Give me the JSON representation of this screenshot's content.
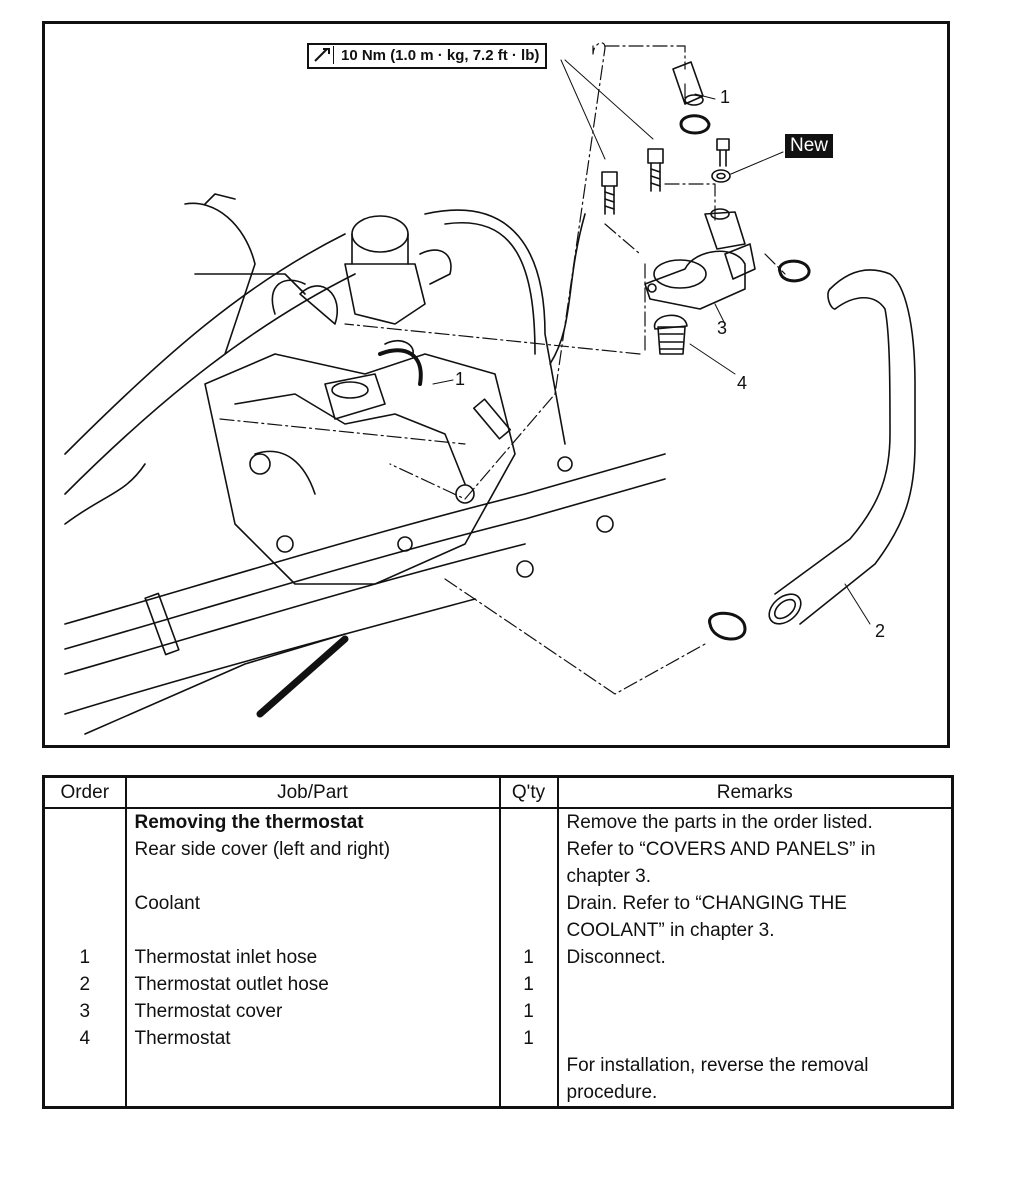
{
  "figure": {
    "torque_spec": "10 Nm (1.0 m · kg, 7.2 ft · lb)",
    "new_badge": "New",
    "callouts": [
      "1",
      "1",
      "2",
      "3",
      "4"
    ]
  },
  "table": {
    "headers": [
      "Order",
      "Job/Part",
      "Q'ty",
      "Remarks"
    ],
    "rows": [
      {
        "order": "",
        "part": "Removing the thermostat",
        "qty": "",
        "remarks": "Remove the parts in the order listed.",
        "bold": true
      },
      {
        "order": "",
        "part": "Rear side cover (left and right)",
        "qty": "",
        "remarks": "Refer to “COVERS AND PANELS” in chapter 3."
      },
      {
        "order": "",
        "part": "Coolant",
        "qty": "",
        "remarks": "Drain. Refer to “CHANGING THE COOLANT” in chapter 3."
      },
      {
        "order": "1",
        "part": "Thermostat inlet hose",
        "qty": "1",
        "remarks": "Disconnect."
      },
      {
        "order": "2",
        "part": "Thermostat outlet hose",
        "qty": "1",
        "remarks": ""
      },
      {
        "order": "3",
        "part": "Thermostat cover",
        "qty": "1",
        "remarks": ""
      },
      {
        "order": "4",
        "part": "Thermostat",
        "qty": "1",
        "remarks": ""
      },
      {
        "order": "",
        "part": "",
        "qty": "",
        "remarks": "For installation, reverse the removal procedure."
      }
    ]
  }
}
